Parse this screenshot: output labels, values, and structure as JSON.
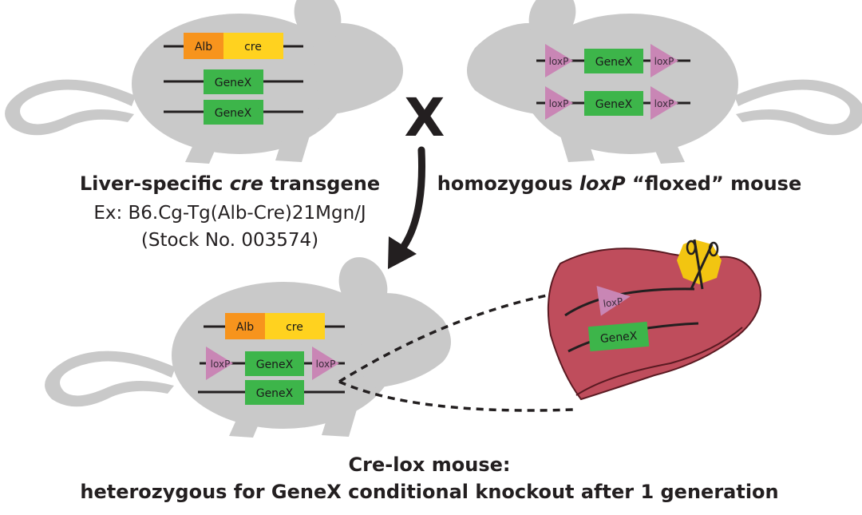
{
  "colors": {
    "mouse": "#c9c9c9",
    "gene_box": "#3db54a",
    "alb_box": "#f7941d",
    "cre_box": "#ffd21f",
    "loxp": "#c986b5",
    "liver": "#bf4d5c",
    "liver_edge": "#5a1a22",
    "scissor_bg": "#f2c511",
    "line": "#231f20"
  },
  "labels": {
    "alb": "Alb",
    "cre": "cre",
    "genex": "GeneX",
    "loxp": "loxP",
    "cross": "X"
  },
  "captions": {
    "left_title_a": "Liver-specific ",
    "left_title_b": "cre",
    "left_title_c": " transgene",
    "left_ex": "Ex: B6.Cg-Tg(Alb-Cre)21Mgn/J",
    "left_stock": "(Stock No. 003574)",
    "right_title_a": "homozygous ",
    "right_title_b": "loxP",
    "right_title_c": " “floxed” mouse",
    "bottom_line1": "Cre-lox mouse:",
    "bottom_line2": "heterozygous for GeneX conditional knockout after 1 generation"
  },
  "icons": {
    "scissors": "scissors-icon",
    "arrow": "curved-arrow-icon"
  }
}
